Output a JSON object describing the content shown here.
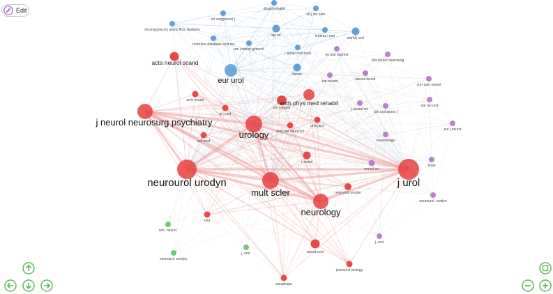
{
  "toolbar": {
    "edit_label": "Edit"
  },
  "nav": {
    "up": "arrow-up-icon",
    "left": "arrow-left-icon",
    "down": "arrow-down-icon",
    "right": "arrow-right-icon",
    "fit": "fit-screen-icon",
    "zoom_out": "zoom-out-icon",
    "zoom_in": "zoom-in-icon"
  },
  "colors": {
    "red": "#e8403f",
    "blue": "#5b9bd5",
    "purple": "#b57bca",
    "green": "#6cc56c",
    "edge_red": "#f08a8a",
    "edge_gray": "#c0c0c0",
    "edge_blue": "#8cb8e0",
    "nav_green": "#5cb85c",
    "edit_purple": "#9b59b6"
  },
  "network": {
    "nodes": [
      {
        "id": "neurourol_urodyn",
        "label": "neurourol urodyn",
        "cluster": "red",
        "weight": 28,
        "label_size": "xl"
      },
      {
        "id": "j_urol",
        "label": "j urol",
        "cluster": "red",
        "weight": 30,
        "label_size": "xl"
      },
      {
        "id": "urology",
        "label": "urology",
        "cluster": "red",
        "weight": 24,
        "label_size": "lg"
      },
      {
        "id": "mult_scler",
        "label": "mult scler",
        "cluster": "red",
        "weight": 24,
        "label_size": "lg"
      },
      {
        "id": "neurology",
        "label": "neurology",
        "cluster": "red",
        "weight": 22,
        "label_size": "lg"
      },
      {
        "id": "j_neurol_neurosurg_psychiatry",
        "label": "j neurol neurosurg psychiatry",
        "cluster": "red",
        "weight": 22,
        "label_size": "lg"
      },
      {
        "id": "eur_urol",
        "label": "eur urol",
        "cluster": "blue",
        "weight": 18,
        "label_size": "md"
      },
      {
        "id": "arch_phys_med_rehabil",
        "label": "arch phys med rehabil",
        "cluster": "red",
        "weight": 16,
        "label_size": "sm"
      },
      {
        "id": "am_j_neurol",
        "label": "am j neurol",
        "cluster": "red",
        "weight": 14,
        "label_size": "xs"
      },
      {
        "id": "acta_neurol_scand",
        "label": "acta neurol scand",
        "cluster": "red",
        "weight": 13,
        "label_size": "sm"
      },
      {
        "id": "spinal_cord",
        "label": "spinal cord",
        "cluster": "red",
        "weight": 13,
        "label_size": "xs"
      },
      {
        "id": "j_neurol",
        "label": "j neurol",
        "cluster": "red",
        "weight": 11,
        "label_size": "xs"
      },
      {
        "id": "neurourol_urodyn_red2",
        "label": "neurourol urodyn",
        "cluster": "red",
        "weight": 10,
        "label_size": "xs"
      },
      {
        "id": "arch_neurol",
        "label": "arch neurol",
        "cluster": "red",
        "weight": 9,
        "label_size": "xs"
      },
      {
        "id": "br_j_urol",
        "label": "br j urol",
        "cluster": "red",
        "weight": 9,
        "label_size": "xs"
      },
      {
        "id": "aust_clin_neurosci",
        "label": "aust clin neuro sci",
        "cluster": "red",
        "weight": 9,
        "label_size": "xs"
      },
      {
        "id": "prog_urol",
        "label": "prog urol",
        "cluster": "red",
        "weight": 9,
        "label_size": "xs"
      },
      {
        "id": "sex_med",
        "label": "sex med",
        "cluster": "red",
        "weight": 9,
        "label_size": "xs"
      },
      {
        "id": "bmj",
        "label": "bmj",
        "cluster": "red",
        "weight": 9,
        "label_size": "xs"
      },
      {
        "id": "journal_of_urology",
        "label": "journal of urology",
        "cluster": "red",
        "weight": 9,
        "label_size": "xs"
      },
      {
        "id": "paraplegia",
        "label": "paraplegia",
        "cluster": "red",
        "weight": 9,
        "label_size": "xs"
      },
      {
        "id": "disabil_rehabil",
        "label": "disabil rehabil",
        "cluster": "blue",
        "weight": 8,
        "label_size": "xs"
      },
      {
        "id": "int_j_ms_care",
        "label": "int j ms care",
        "cluster": "blue",
        "weight": 8,
        "label_size": "xs"
      },
      {
        "id": "int_urogynecol_j",
        "label": "int urogynecol j",
        "cluster": "blue",
        "weight": 8,
        "label_size": "xs"
      },
      {
        "id": "int_urogynecol_pelvic",
        "label": "int urogynecol j pelvic floor dysfunct",
        "cluster": "blue",
        "weight": 8,
        "label_size": "xs"
      },
      {
        "id": "bju_int",
        "label": "bju int",
        "cluster": "blue",
        "weight": 11,
        "label_size": "xs"
      },
      {
        "id": "int_braz_j_urol",
        "label": "int braz j urol",
        "cluster": "blue",
        "weight": 8,
        "label_size": "xs"
      },
      {
        "id": "world_j_urol",
        "label": "world j urol",
        "cluster": "blue",
        "weight": 11,
        "label_size": "xs"
      },
      {
        "id": "cochrane",
        "label": "cochrane database syst rev",
        "cluster": "blue",
        "weight": 8,
        "label_size": "xs"
      },
      {
        "id": "am_j_obstet_gynecol",
        "label": "am j obstet gynecol",
        "cluster": "blue",
        "weight": 8,
        "label_size": "xs"
      },
      {
        "id": "j_spinal_cord_med",
        "label": "j spinal cord med",
        "cluster": "blue",
        "weight": 8,
        "label_size": "xs"
      },
      {
        "id": "lancet",
        "label": "lancet",
        "cluster": "blue",
        "weight": 11,
        "label_size": "xs"
      },
      {
        "id": "int_urol_nephrol",
        "label": "int urol nephrol",
        "cluster": "purple",
        "weight": 8,
        "label_size": "xs"
      },
      {
        "id": "clin_neurol_neurosurg",
        "label": "clin neurol neurosurg",
        "cluster": "purple",
        "weight": 8,
        "label_size": "xs"
      },
      {
        "id": "lancet_neurol",
        "label": "lancet neurol",
        "cluster": "purple",
        "weight": 8,
        "label_size": "xs"
      },
      {
        "id": "eur_neurol",
        "label": "eur neurol",
        "cluster": "purple",
        "weight": 8,
        "label_size": "xs"
      },
      {
        "id": "curr_opin_neurol",
        "label": "curr opin neurol",
        "cluster": "purple",
        "weight": 8,
        "label_size": "xs"
      },
      {
        "id": "j_neurol_sci",
        "label": "j neurol sci",
        "cluster": "purple",
        "weight": 8,
        "label_size": "xs"
      },
      {
        "id": "clin_urol_j",
        "label": "clin urol assoc j",
        "cluster": "purple",
        "weight": 8,
        "label_size": "xs"
      },
      {
        "id": "nat_rev_urol",
        "label": "nat rev urol",
        "cluster": "purple",
        "weight": 8,
        "label_size": "xs"
      },
      {
        "id": "eur_j_neurol",
        "label": "eur j neurol",
        "cluster": "purple",
        "weight": 8,
        "label_size": "xs"
      },
      {
        "id": "neuroimage",
        "label": "neuroimage",
        "cluster": "purple",
        "weight": 8,
        "label_size": "xs"
      },
      {
        "id": "neurol_sci",
        "label": "neurol sci",
        "cluster": "purple",
        "weight": 9,
        "label_size": "xs"
      },
      {
        "id": "brain",
        "label": "brain",
        "cluster": "purple",
        "weight": 8,
        "label_size": "xs"
      },
      {
        "id": "neurourol_urodyn_p",
        "label": "neurourol. urodyn",
        "cluster": "purple",
        "weight": 8,
        "label_size": "xs"
      },
      {
        "id": "j_urol_p",
        "label": "j. urol",
        "cluster": "purple",
        "weight": 8,
        "label_size": "xs"
      },
      {
        "id": "ann_neurol",
        "label": "ann. neurol.",
        "cluster": "green",
        "weight": 8,
        "label_size": "xs"
      },
      {
        "id": "neurourol_urodyn_g",
        "label": "neurourol. urodyn.",
        "cluster": "green",
        "weight": 8,
        "label_size": "xs"
      },
      {
        "id": "j_urol_g",
        "label": "j. urol.",
        "cluster": "green",
        "weight": 8,
        "label_size": "xs"
      }
    ]
  }
}
